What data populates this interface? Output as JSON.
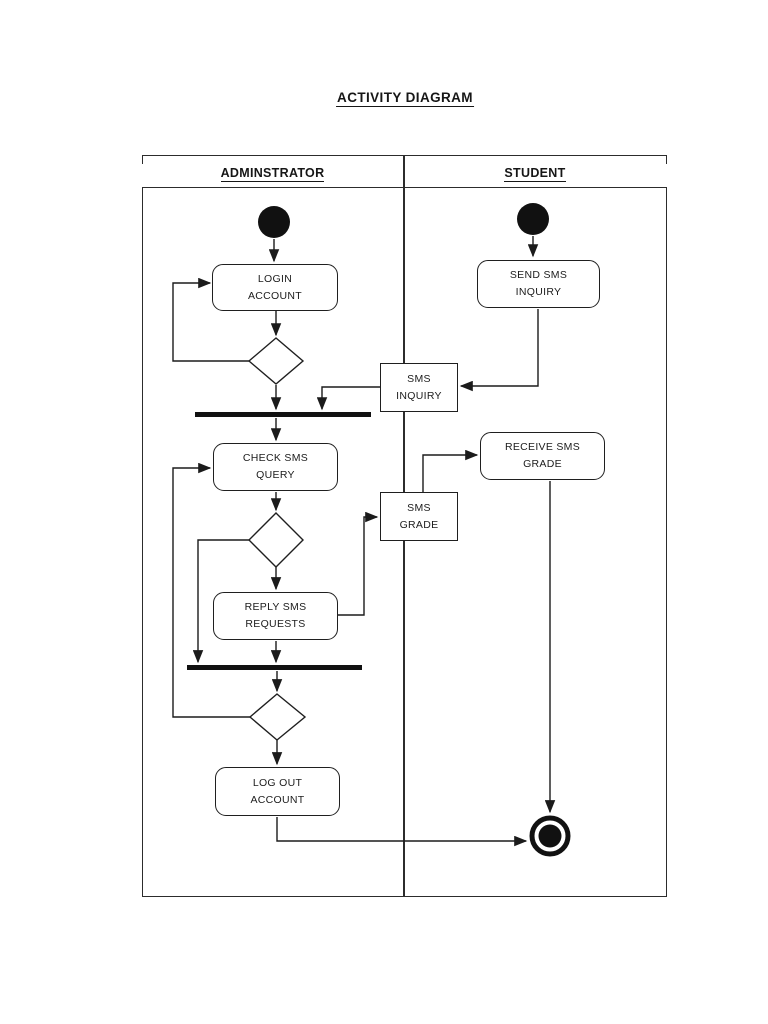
{
  "diagram": {
    "title": "ACTIVITY DIAGRAM",
    "lanes": [
      {
        "label": "ADMINSTRATOR"
      },
      {
        "label": "STUDENT"
      }
    ],
    "activities": {
      "login_account": {
        "line1": "LOGIN",
        "line2": "ACCOUNT"
      },
      "check_sms_query": {
        "line1": "CHECK SMS",
        "line2": "QUERY"
      },
      "reply_sms_requests": {
        "line1": "REPLY SMS",
        "line2": "REQUESTS"
      },
      "log_out_account": {
        "line1": "LOG OUT",
        "line2": "ACCOUNT"
      },
      "send_sms_inquiry": {
        "line1": "SEND SMS",
        "line2": "INQUIRY"
      },
      "sms_inquiry": {
        "line1": "SMS",
        "line2": "INQUIRY"
      },
      "receive_sms_grade": {
        "line1": "RECEIVE SMS",
        "line2": "GRADE"
      },
      "sms_grade": {
        "line1": "SMS",
        "line2": "GRADE"
      }
    },
    "symbols": {
      "initial_node_admin": "initial-node",
      "initial_node_student": "initial-node",
      "final_node": "activity-final-node",
      "fork_bar": "fork-join-bar",
      "join_bar": "fork-join-bar",
      "decisions": [
        "decision",
        "decision",
        "decision"
      ]
    },
    "colors": {
      "line": "#1b1b1b",
      "frame": "#2c2c2c",
      "node_fill": "#111111",
      "box_fill": "#ffffff"
    }
  }
}
